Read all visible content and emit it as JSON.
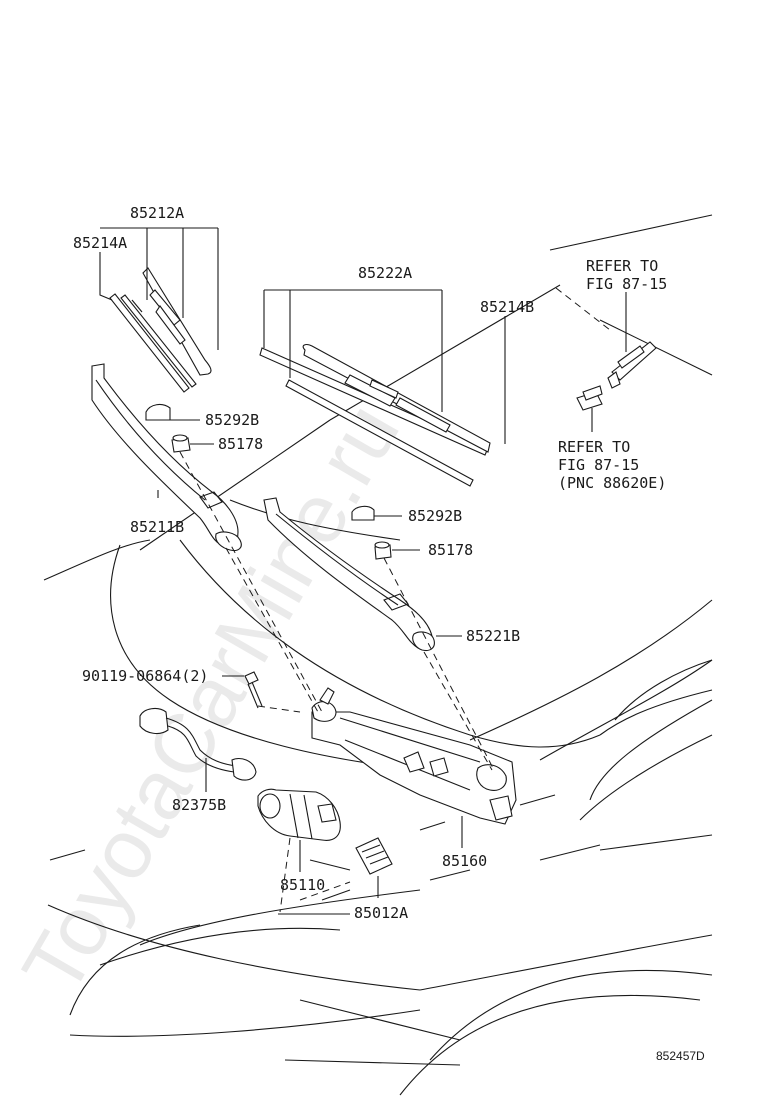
{
  "watermark": "ToyotaCarMine.ru",
  "figure_code": "852457D",
  "labels": {
    "p85212A": "85212A",
    "p85214A": "85214A",
    "p85222A": "85222A",
    "p85214B": "85214B",
    "p85292B_1": "85292B",
    "p85178_1": "85178",
    "p85211B": "85211B",
    "p85292B_2": "85292B",
    "p85178_2": "85178",
    "p85221B": "85221B",
    "p90119": "90119-06864(2)",
    "p82375B": "82375B",
    "p85110": "85110",
    "p85160": "85160",
    "p85012A": "85012A"
  },
  "refer_1": {
    "line1": "REFER TO",
    "line2": "FIG 87-15"
  },
  "refer_2": {
    "line1": "REFER TO",
    "line2": "FIG 87-15",
    "line3": "(PNC 88620E)"
  }
}
